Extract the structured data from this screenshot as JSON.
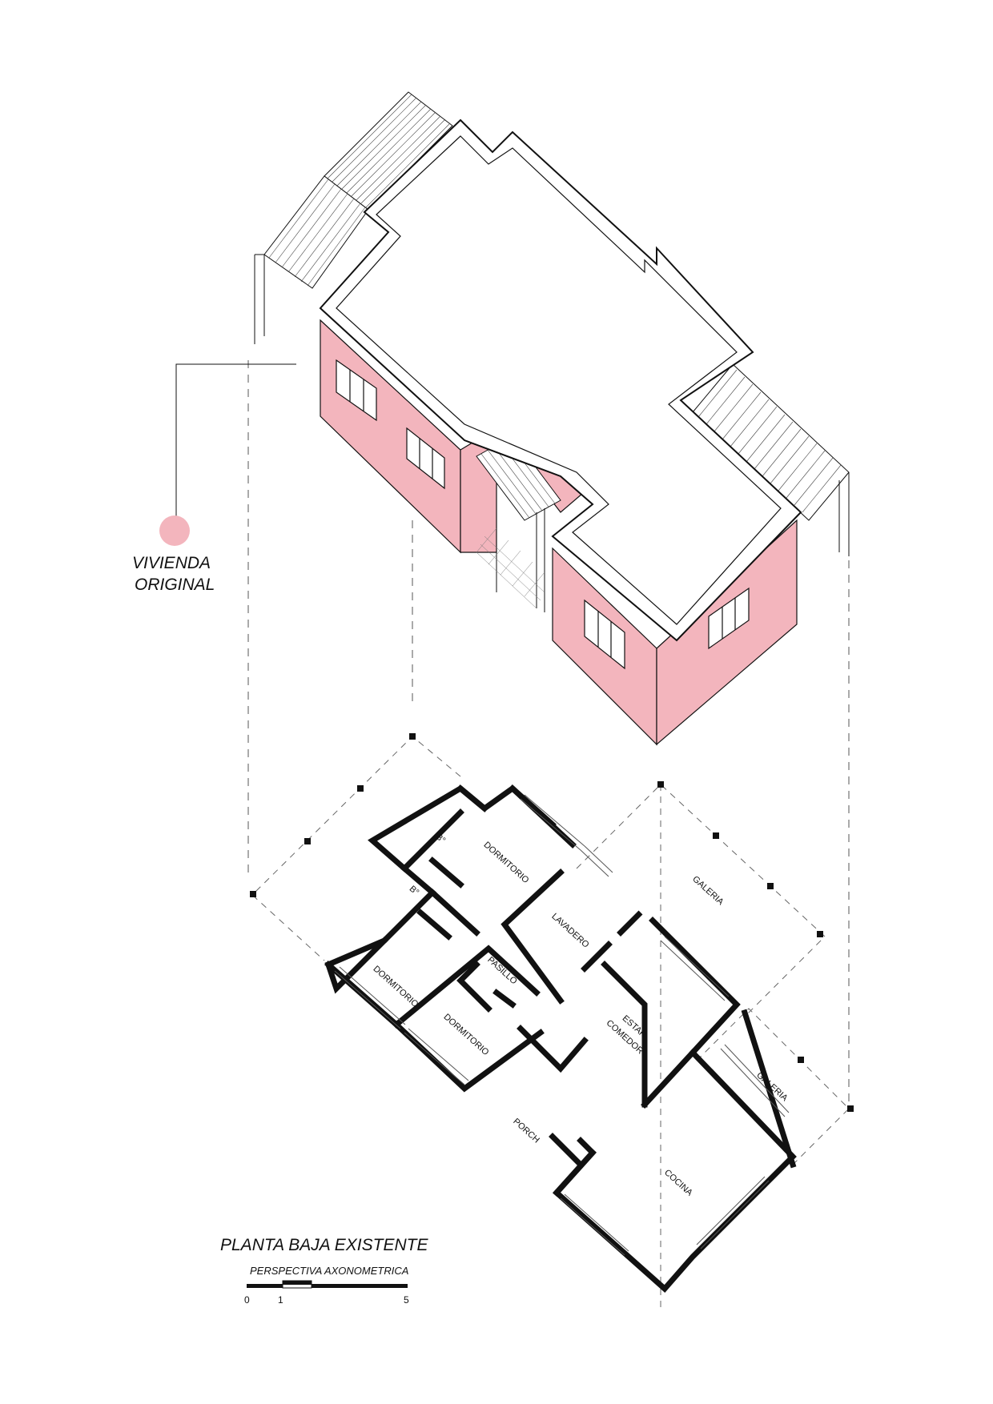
{
  "legend": {
    "label_line1": "VIVIENDA",
    "label_line2": "ORIGINAL",
    "swatch_color": "#f3b5bd"
  },
  "plan": {
    "rooms": {
      "bano1": "B°",
      "bano2": "B°",
      "dormitorio1": "DORMITORIO",
      "dormitorio2": "DORMITORIO",
      "dormitorio3": "DORMITORIO",
      "lavadero": "LAVADERO",
      "pasillo": "PASILLO",
      "estar": "ESTAR",
      "comedor": "COMEDOR",
      "galeria1": "GALERIA",
      "galeria2": "GALERIA",
      "porch": "PORCH",
      "cocina": "COCINA"
    }
  },
  "title": {
    "main": "PLANTA BAJA EXISTENTE",
    "subtitle": "PERSPECTIVA AXONOMETRICA"
  },
  "scale": {
    "ticks": [
      "0",
      "1",
      "5"
    ]
  },
  "colors": {
    "wall_fill": "#f3b5bd",
    "line": "#111111"
  }
}
